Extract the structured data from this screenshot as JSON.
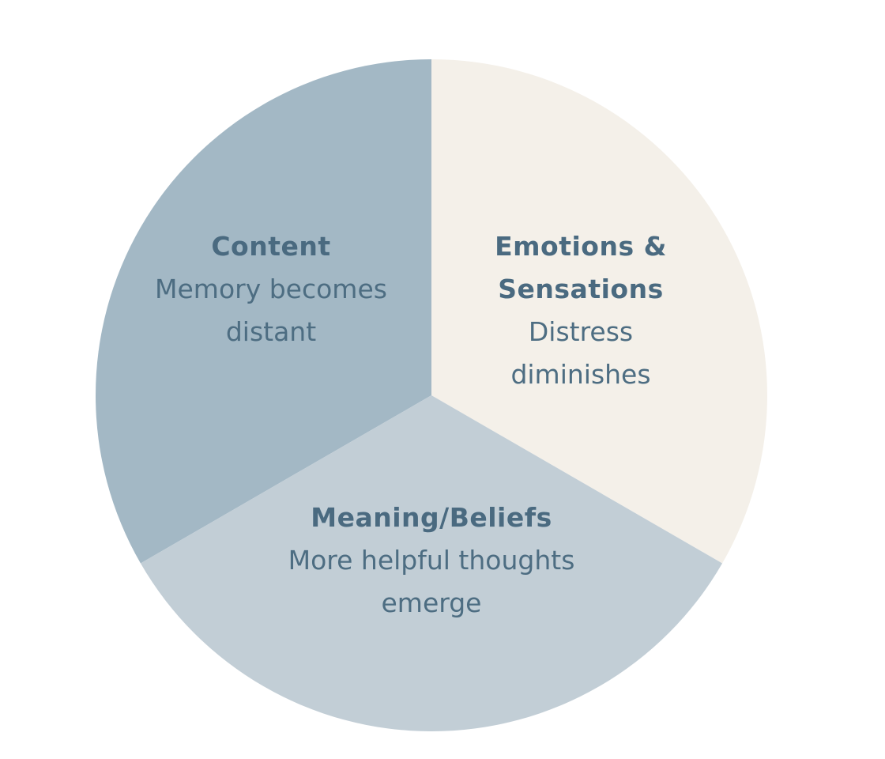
{
  "chart_data": {
    "type": "pie",
    "title": "",
    "slices": [
      {
        "title": "Content",
        "description_lines": [
          "Memory becomes",
          "distant"
        ],
        "value": 1,
        "color": "#a3b8c5"
      },
      {
        "title_lines": [
          "Emotions &",
          "Sensations"
        ],
        "title": "Emotions & Sensations",
        "description_lines": [
          "Distress",
          "diminishes"
        ],
        "value": 1,
        "color": "#f4f0e9"
      },
      {
        "title": "Meaning/Beliefs",
        "description_lines": [
          "More helpful thoughts",
          "emerge"
        ],
        "value": 1,
        "color": "#c2ced6"
      }
    ]
  },
  "labels": {
    "content": {
      "title": "Content",
      "line1": "Memory becomes",
      "line2": "distant"
    },
    "emotions": {
      "title1": "Emotions &",
      "title2": "Sensations",
      "line1": "Distress",
      "line2": "diminishes"
    },
    "meaning": {
      "title": "Meaning/Beliefs",
      "line1": "More helpful thoughts",
      "line2": "emerge"
    }
  }
}
